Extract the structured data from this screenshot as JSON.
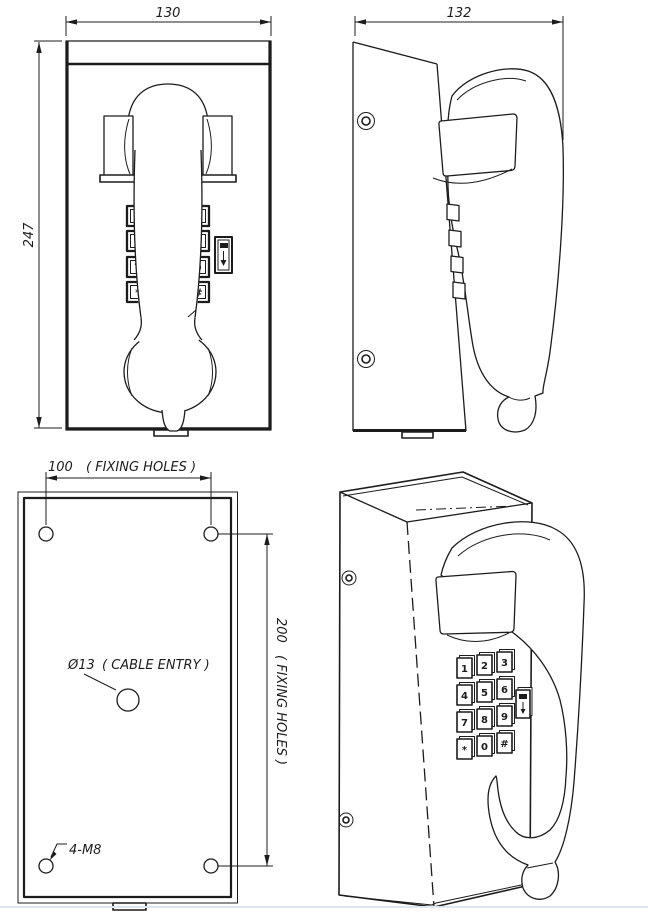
{
  "dims": {
    "front_width": "130",
    "front_height": "247",
    "side_width": "132",
    "fixing_holes_h_value": "100",
    "fixing_holes_h_note": "( FIXING HOLES )",
    "fixing_holes_v_value": "200",
    "fixing_holes_v_note": "( FIXING HOLES )",
    "cable_entry_value": "Ø13",
    "cable_entry_note": "( CABLE ENTRY )",
    "anchor_callout": "4-M8"
  },
  "keypad": {
    "rows": [
      [
        "1",
        "2",
        "3"
      ],
      [
        "4",
        "5",
        "6"
      ],
      [
        "7",
        "8",
        "9"
      ],
      [
        "*",
        "0",
        "#"
      ]
    ]
  },
  "colors": {
    "line": "#1c1c1c",
    "background": "#ffffff",
    "page_edge": "#dfe7ee"
  }
}
